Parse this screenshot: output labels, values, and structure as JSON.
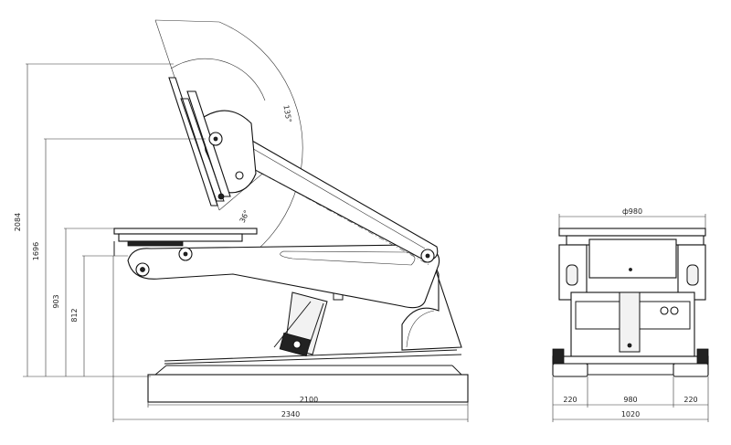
{
  "side_view": {
    "dims": {
      "total_height": "2084",
      "mid_height": "1696",
      "platform_height": "903",
      "inner_height": "812",
      "base_length": "2100",
      "overall_length": "2340"
    },
    "angles": {
      "tilt": "135°",
      "swing": "36°"
    }
  },
  "front_view": {
    "dims": {
      "diameter": "ф980",
      "left": "220",
      "center": "980",
      "right": "220",
      "overall_width": "1020"
    }
  }
}
